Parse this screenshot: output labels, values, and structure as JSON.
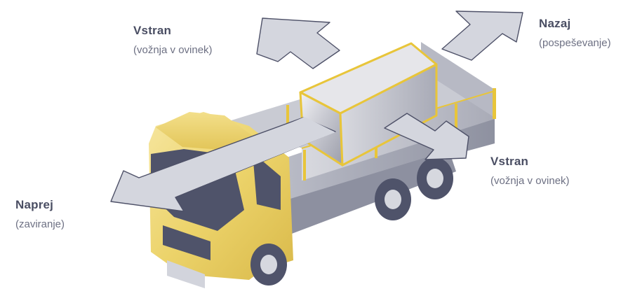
{
  "labels": {
    "side_top": {
      "title": "Vstran",
      "subtitle": "(vožnja v ovinek)"
    },
    "back": {
      "title": "Nazaj",
      "subtitle": "(pospeševanje)"
    },
    "side_right": {
      "title": "Vstran",
      "subtitle": "(vožnja v ovinek)"
    },
    "front": {
      "title": "Naprej",
      "subtitle": "(zaviranje)"
    }
  },
  "colors": {
    "arrow_fill": "#d4d6de",
    "arrow_stroke": "#4e5168",
    "truck_yellow": "#ecd36a",
    "cargo_outline": "#e8c53a",
    "truck_grey": "#b9bbc6",
    "dark": "#4f536a",
    "text": "#4a4e63"
  }
}
